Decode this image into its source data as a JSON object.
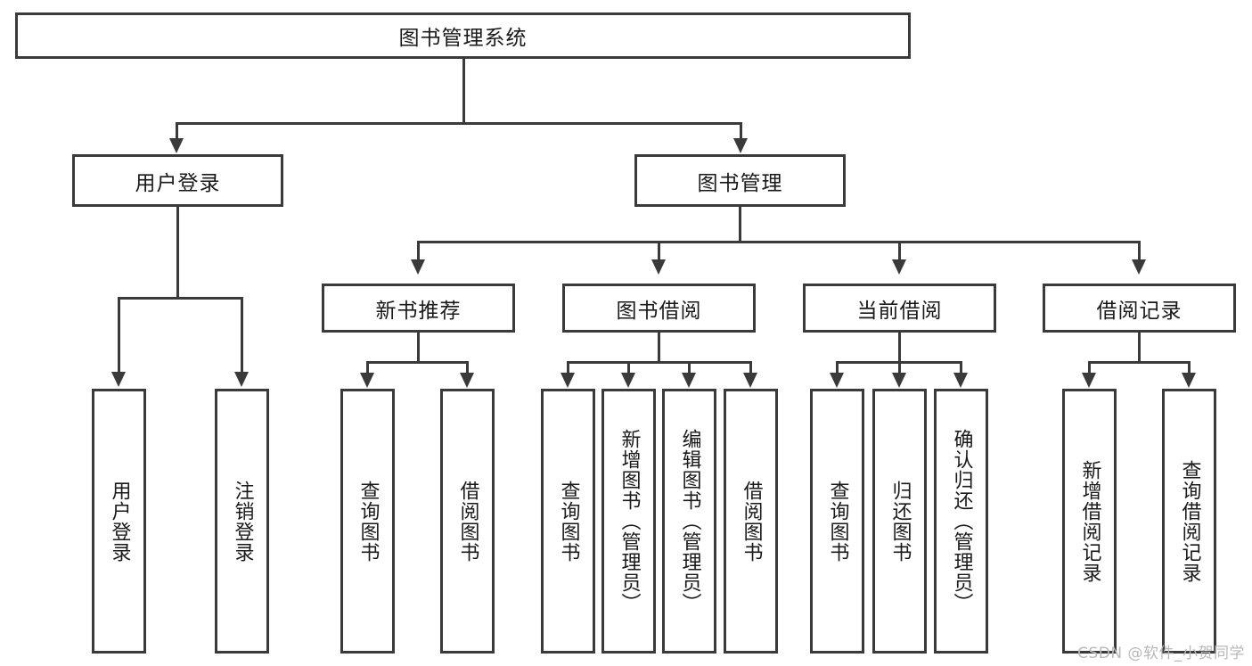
{
  "diagram": {
    "title_node": {
      "label": "图书管理系统"
    },
    "level1": [
      {
        "id": "user-login",
        "label": "用户登录"
      },
      {
        "id": "book-management",
        "label": "图书管理"
      }
    ],
    "level2": [
      {
        "id": "new-book-recommend",
        "label": "新书推荐"
      },
      {
        "id": "book-borrow",
        "label": "图书借阅"
      },
      {
        "id": "current-borrow",
        "label": "当前借阅"
      },
      {
        "id": "borrow-record",
        "label": "借阅记录"
      }
    ],
    "leaves": {
      "user_login": [
        {
          "id": "leaf-user-login",
          "label": "用户登录"
        },
        {
          "id": "leaf-logout-login",
          "label": "注销登录"
        }
      ],
      "new_book_recommend": [
        {
          "id": "leaf-query-book-1",
          "label": "查询图书"
        },
        {
          "id": "leaf-borrow-book-1",
          "label": "借阅图书"
        }
      ],
      "book_borrow": [
        {
          "id": "leaf-query-book-2",
          "label": "查询图书"
        },
        {
          "id": "leaf-add-book",
          "label": "新增图书（管理员）"
        },
        {
          "id": "leaf-edit-book",
          "label": "编辑图书（管理员）"
        },
        {
          "id": "leaf-borrow-book-2",
          "label": "借阅图书"
        }
      ],
      "current_borrow": [
        {
          "id": "leaf-query-book-3",
          "label": "查询图书"
        },
        {
          "id": "leaf-return-book",
          "label": "归还图书"
        },
        {
          "id": "leaf-confirm-return",
          "label": "确认归还（管理员）"
        }
      ],
      "borrow_record": [
        {
          "id": "leaf-add-record",
          "label": "新增借阅记录"
        },
        {
          "id": "leaf-query-record",
          "label": "查询借阅记录"
        }
      ]
    }
  },
  "watermark": {
    "text": "CSDN @软件_小贺同学"
  },
  "colors": {
    "stroke": "#3a3a3a",
    "text": "#1a1a1a",
    "background": "#ffffff",
    "watermark": "#b9b9b9"
  }
}
